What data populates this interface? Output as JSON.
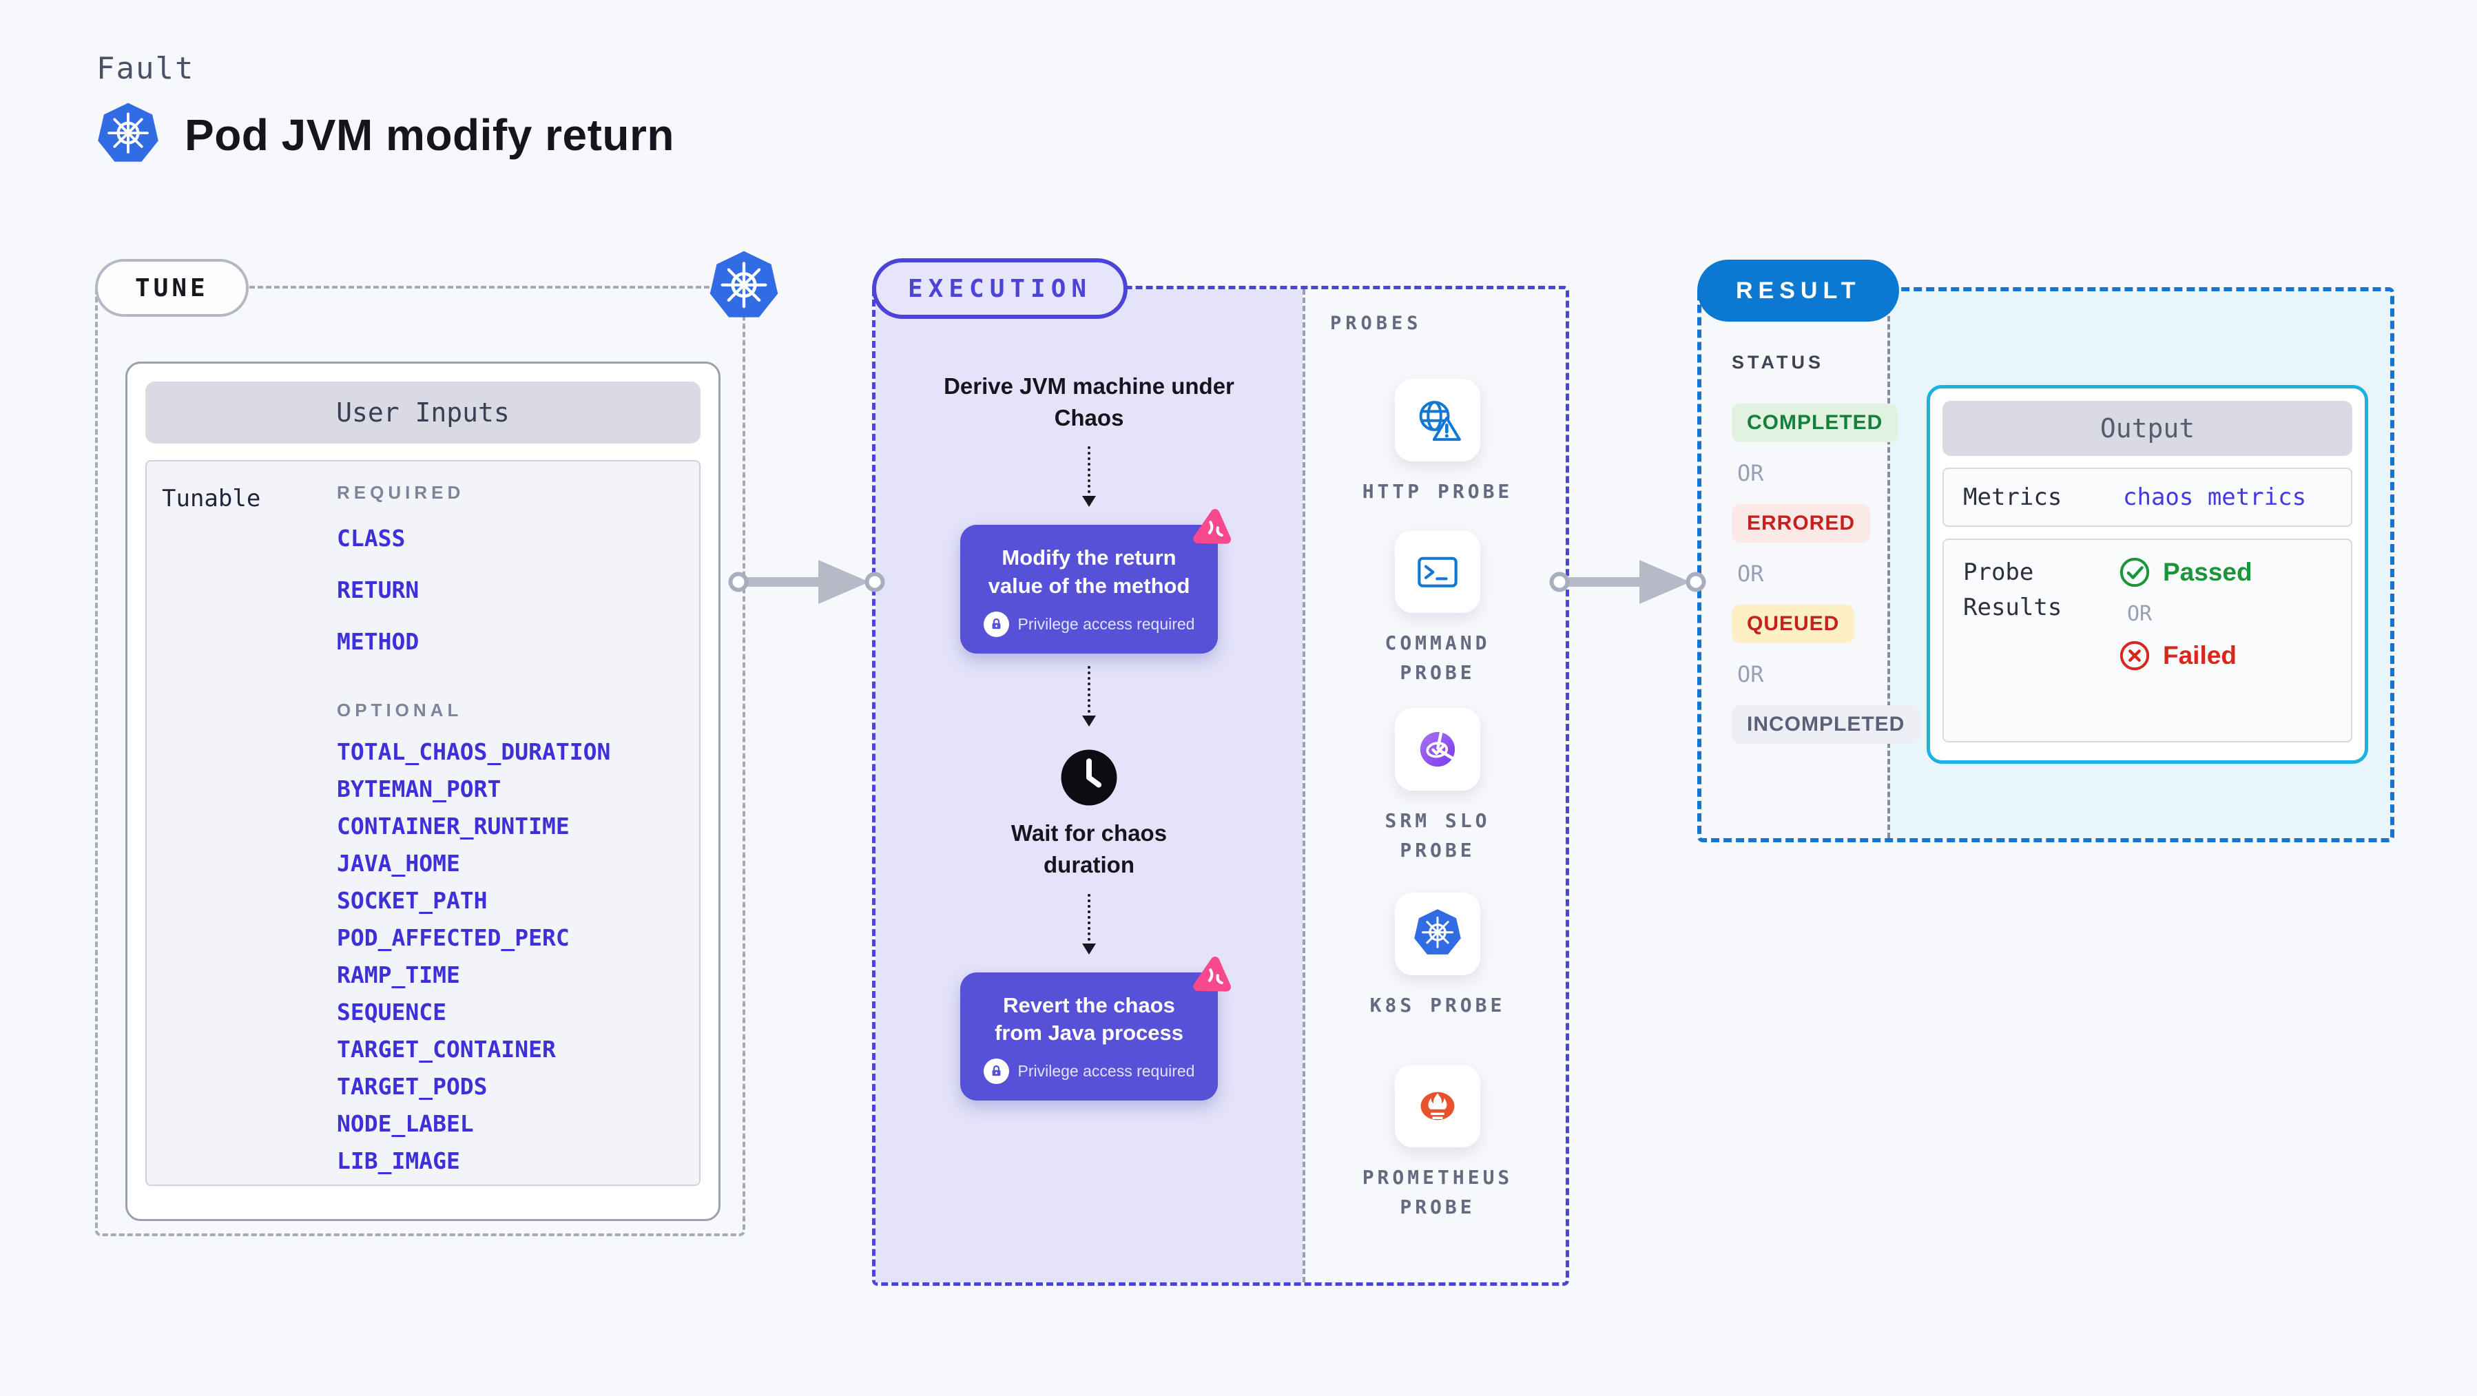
{
  "header": {
    "eyebrow": "Fault",
    "title": "Pod JVM modify return"
  },
  "tune": {
    "label": "TUNE",
    "card_title": "User Inputs",
    "row_label": "Tunable",
    "required_label": "REQUIRED",
    "optional_label": "OPTIONAL",
    "required_params": [
      "CLASS",
      "RETURN",
      "METHOD"
    ],
    "optional_params": [
      "TOTAL_CHAOS_DURATION",
      "BYTEMAN_PORT",
      "CONTAINER_RUNTIME",
      "JAVA_HOME",
      "SOCKET_PATH",
      "POD_AFFECTED_PERC",
      "RAMP_TIME",
      "SEQUENCE",
      "TARGET_CONTAINER",
      "TARGET_PODS",
      "NODE_LABEL",
      "LIB_IMAGE"
    ]
  },
  "execution": {
    "label": "EXECUTION",
    "step1": "Derive JVM machine under Chaos",
    "action1": {
      "title": "Modify the return value of the method",
      "badge": "Privilege access required"
    },
    "wait_step": "Wait for chaos duration",
    "action2": {
      "title": "Revert the chaos from Java process",
      "badge": "Privilege access required"
    }
  },
  "probes": {
    "label": "PROBES",
    "items": [
      {
        "label": "HTTP PROBE",
        "icon": "http-probe-icon"
      },
      {
        "label": "COMMAND PROBE",
        "icon": "command-probe-icon"
      },
      {
        "label": "SRM SLO PROBE",
        "icon": "srm-slo-probe-icon"
      },
      {
        "label": "K8S PROBE",
        "icon": "k8s-probe-icon"
      },
      {
        "label": "PROMETHEUS PROBE",
        "icon": "prometheus-probe-icon"
      }
    ]
  },
  "result": {
    "label": "RESULT",
    "status_label": "STATUS",
    "or_label": "OR",
    "statuses": [
      {
        "label": "COMPLETED",
        "color": "#157f3c",
        "bg": "#e1f3e0"
      },
      {
        "label": "ERRORED",
        "color": "#c5221f",
        "bg": "#fbe9e8"
      },
      {
        "label": "QUEUED",
        "color": "#c5221f",
        "bg": "#fcf0c4"
      },
      {
        "label": "INCOMPLETED",
        "color": "#5b6078",
        "bg": "#eeeff4"
      }
    ],
    "output": {
      "title": "Output",
      "metrics_label": "Metrics",
      "metrics_value": "chaos metrics",
      "probe_results_label": "Probe Results",
      "passed_label": "Passed",
      "or_label": "OR",
      "failed_label": "Failed"
    }
  },
  "colors": {
    "page_bg": "#f7f8fc",
    "indigo_accent": "#4b44d6",
    "action_purple": "#5751d8",
    "execution_fill": "#e4e3fa",
    "result_blue": "#0b78d2",
    "output_border": "#19b2e2",
    "output_fill": "#e8f5fb",
    "param_link_blue": "#3d30d8",
    "kubernetes_blue": "#326ce5",
    "prometheus_orange": "#e6522c",
    "chaos_pink": "#f9498d",
    "passed_green": "#1a9639",
    "failed_red": "#d8271d"
  }
}
